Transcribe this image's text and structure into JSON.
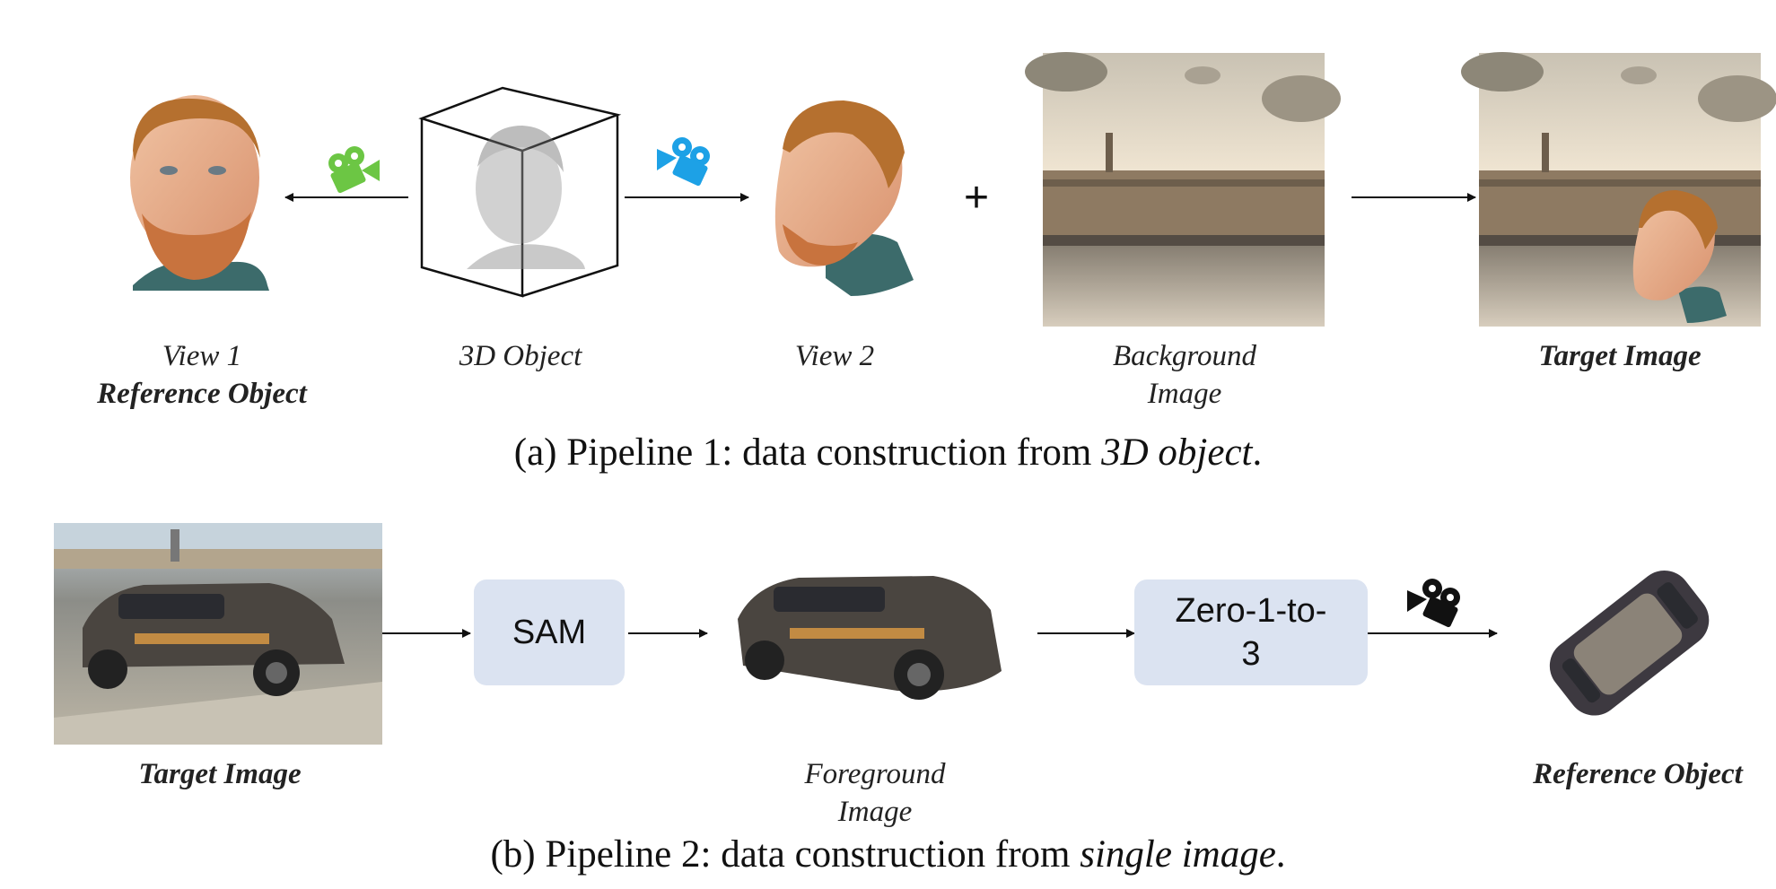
{
  "pipeline1": {
    "view1_label": "View 1",
    "reference_label": "Reference Object",
    "object_label": "3D Object",
    "view2_label": "View 2",
    "plus": "+",
    "background_line1": "Background",
    "background_line2": "Image",
    "target_label": "Target Image",
    "caption_prefix": "(a) Pipeline 1: data construction from ",
    "caption_italic": "3D object",
    "caption_suffix": "."
  },
  "pipeline2": {
    "target_label": "Target Image",
    "sam_label": "SAM",
    "foreground_line1": "Foreground",
    "foreground_line2": "Image",
    "zero123_line1": "Zero-1-to-",
    "zero123_line2": "3",
    "reference_label": "Reference Object",
    "caption_prefix": "(b) Pipeline 2: data construction from ",
    "caption_italic": "single image",
    "caption_suffix": "."
  },
  "colors": {
    "camera_green": "#6cc644",
    "camera_blue": "#1da1e6",
    "camera_black": "#111111",
    "box_fill": "#dbe3f1"
  },
  "icons": [
    "camera-icon-green",
    "camera-icon-blue",
    "camera-icon-black",
    "cube-icon",
    "arrow-icon"
  ]
}
